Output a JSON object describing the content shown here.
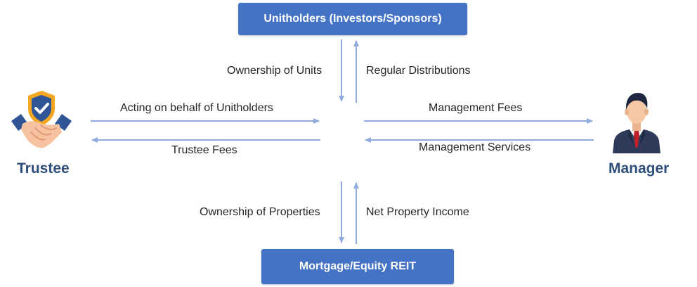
{
  "nodes": {
    "top": "Unitholders (Investors/Sponsors)",
    "bottom": "Mortgage/Equity REIT",
    "left": "Trustee",
    "right": "Manager"
  },
  "flows": {
    "ownership_of_units": "Ownership of Units",
    "regular_distributions": "Regular Distributions",
    "acting_on_behalf": "Acting on behalf of Unitholders",
    "trustee_fees": "Trustee Fees",
    "management_fees": "Management Fees",
    "management_services": "Management Services",
    "ownership_of_properties": "Ownership of Properties",
    "net_property_income": "Net Property Income"
  },
  "icons": {
    "trustee": "shield-handshake-icon",
    "manager": "businessman-icon"
  },
  "colors": {
    "box_fill": "#4472c4",
    "arrow": "#8faadc",
    "party_text": "#2f4e7c"
  }
}
